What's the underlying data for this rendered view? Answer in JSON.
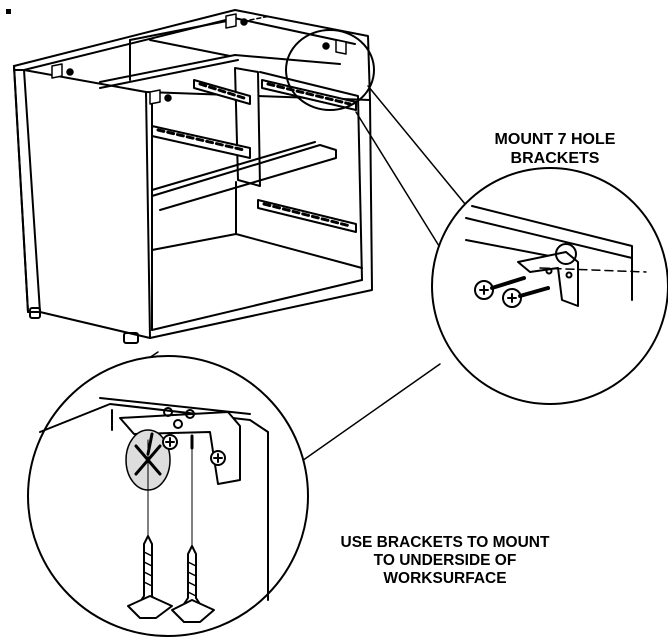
{
  "labels": {
    "mount_brackets": [
      "MOUNT 7 HOLE",
      "BRACKETS"
    ],
    "use_brackets": [
      "USE BRACKETS TO MOUNT",
      "TO UNDERSIDE OF",
      "WORKSURFACE"
    ]
  },
  "colors": {
    "line": "#000000",
    "background": "#ffffff",
    "shade": "#d9d9d9"
  }
}
